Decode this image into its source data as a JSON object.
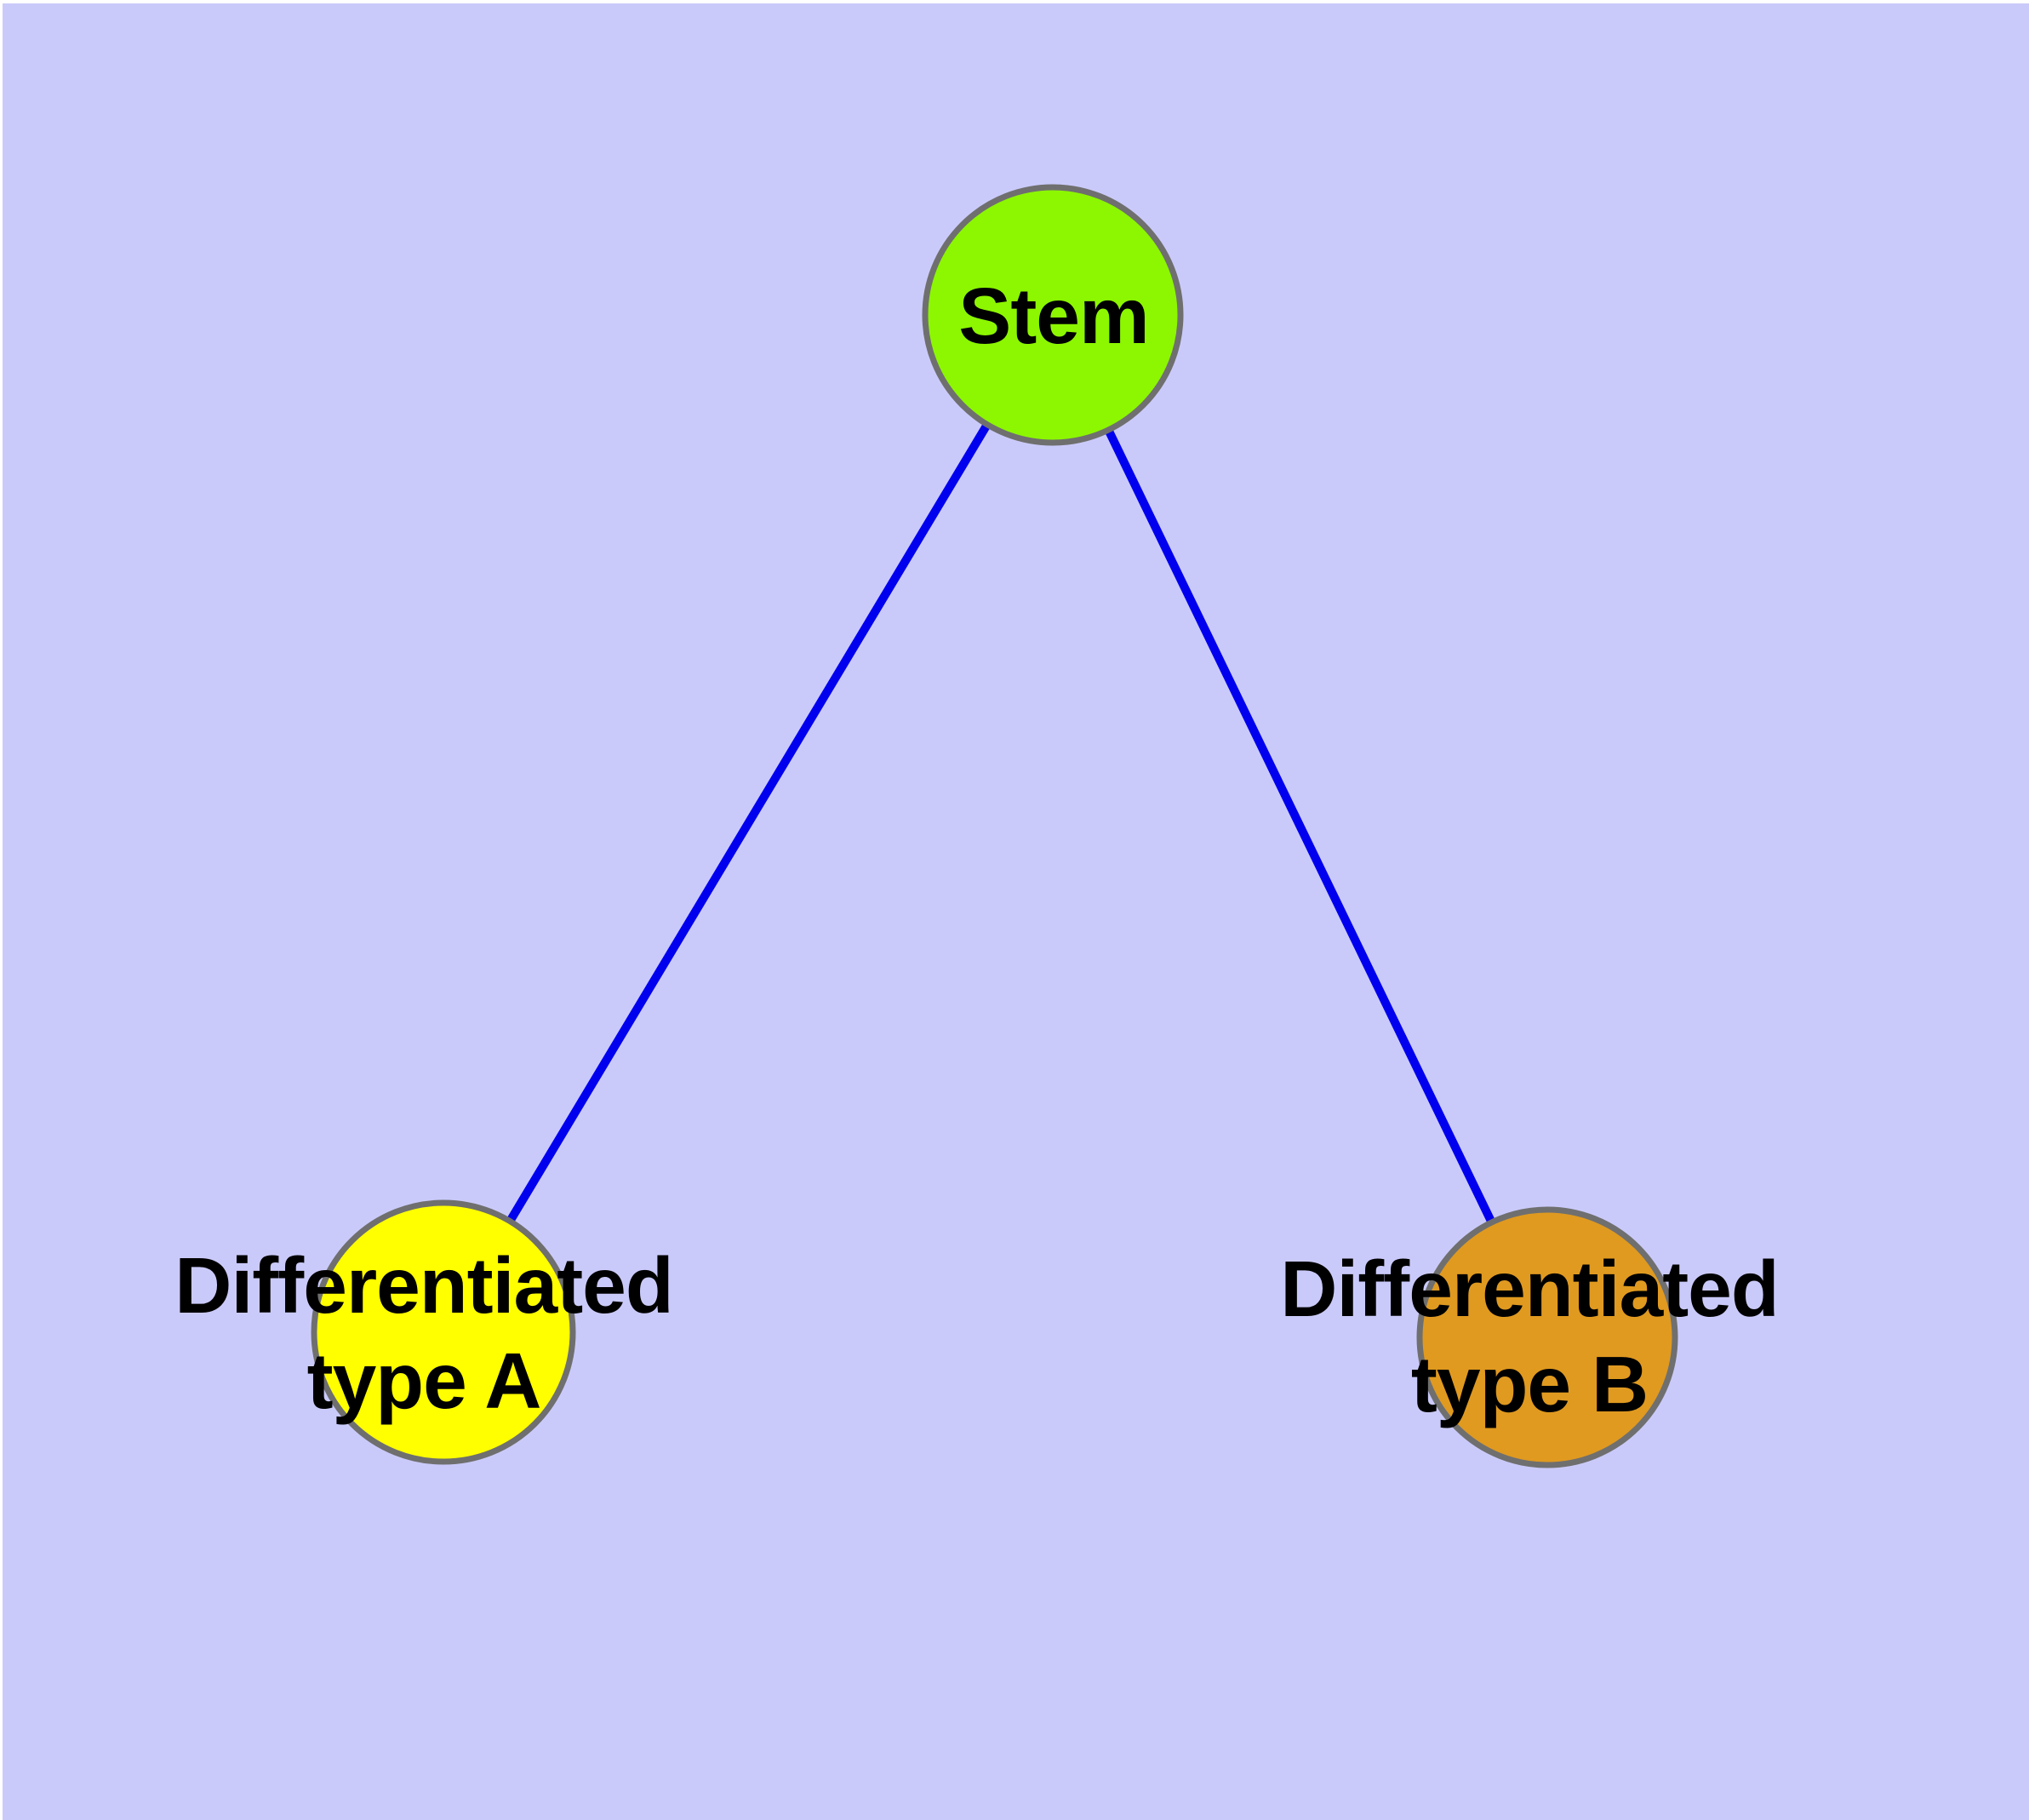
{
  "diagram": {
    "background_color": "#CACAFA",
    "margin_color": "#FFFFFF",
    "edge_color": "#0000EE",
    "node_border_color": "#6F6F6F",
    "nodes": {
      "stem": {
        "id": "stem",
        "label": "Stem",
        "fill_color": "#8CF700"
      },
      "type_a": {
        "id": "type_a",
        "label": "Differentiated\ntype A",
        "fill_color": "#FFFF00"
      },
      "type_b": {
        "id": "type_b",
        "label": "Differentiated\ntype B",
        "fill_color": "#E09A20"
      }
    },
    "edges": [
      {
        "from": "stem",
        "to": "type_a"
      },
      {
        "from": "stem",
        "to": "type_b"
      }
    ]
  }
}
